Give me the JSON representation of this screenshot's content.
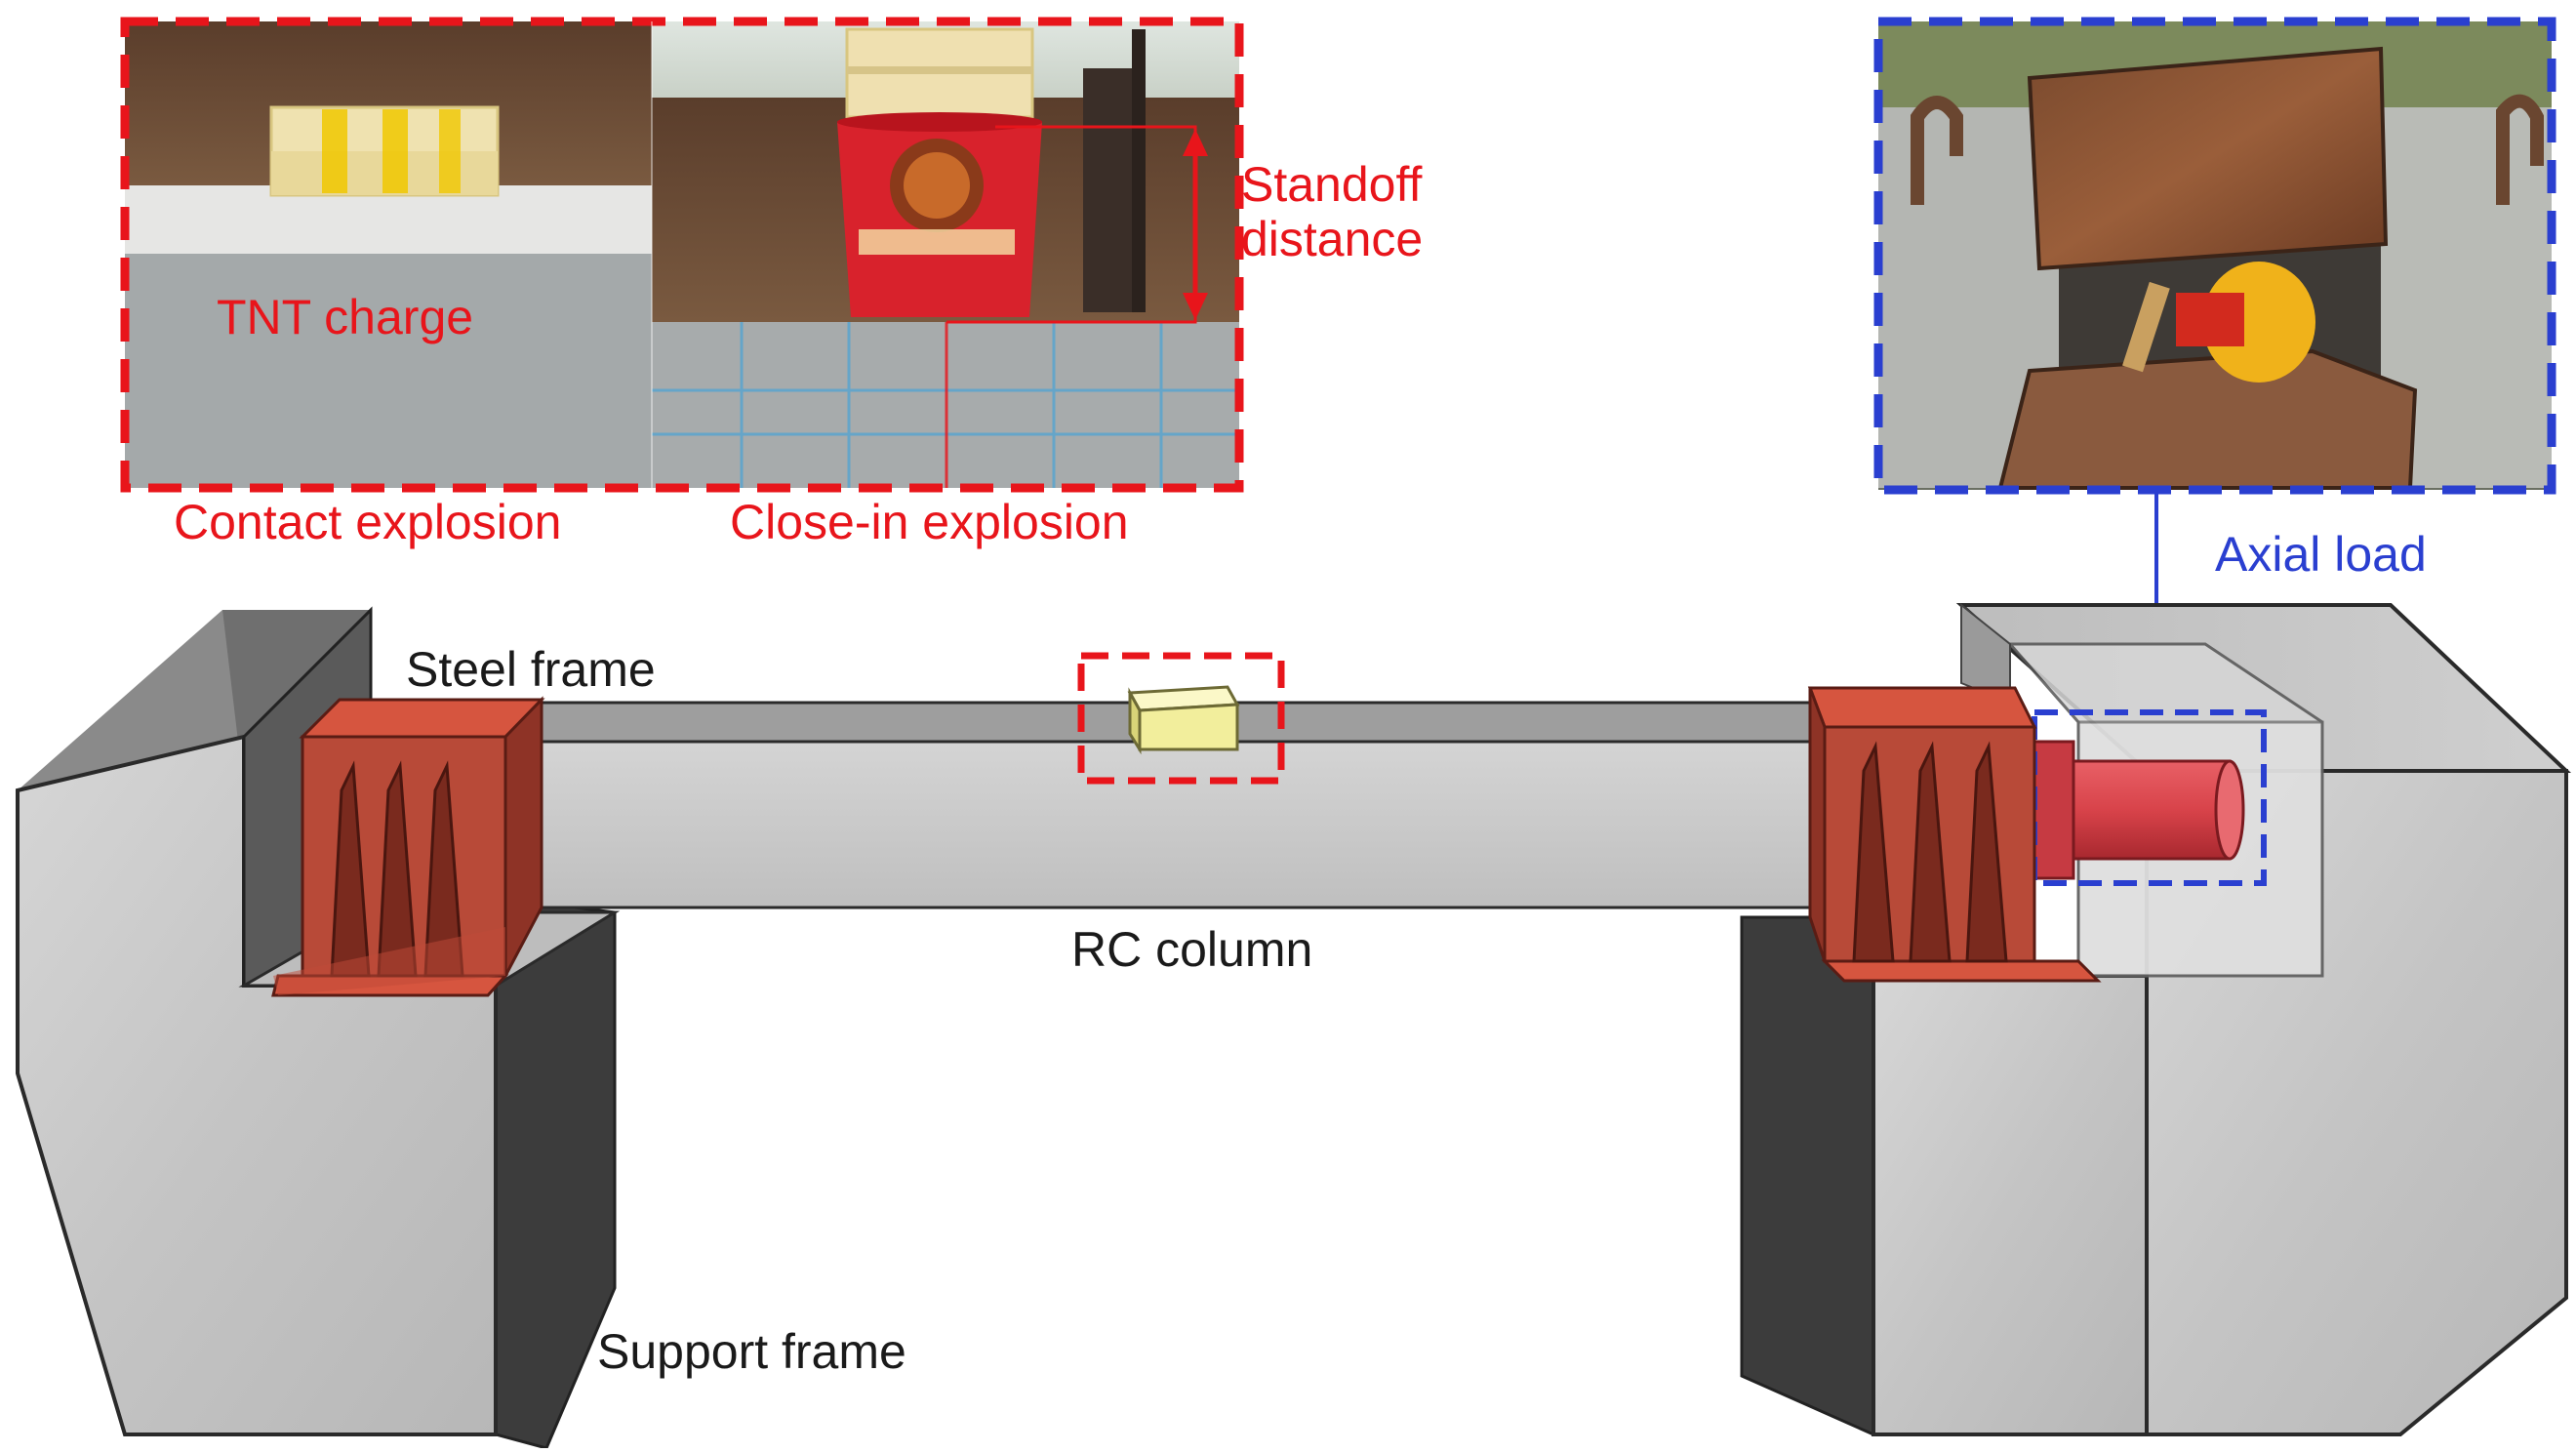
{
  "labels": {
    "tnt_charge": "TNT charge",
    "standoff_line1": "Standoff",
    "standoff_line2": "distance",
    "contact_explosion": "Contact explosion",
    "close_in_explosion": "Close-in explosion",
    "axial_load": "Axial load",
    "steel_frame": "Steel frame",
    "rc_column": "RC column",
    "support_frame": "Support frame"
  },
  "colors": {
    "red_highlight": "#e8151b",
    "blue_highlight": "#2a3fd0",
    "concrete": "#c9c9c9",
    "concrete_dark": "#4a4a4a",
    "steel_frame": "#b8463a",
    "tnt": "#f3f0a0",
    "jack": "#d9454a"
  }
}
